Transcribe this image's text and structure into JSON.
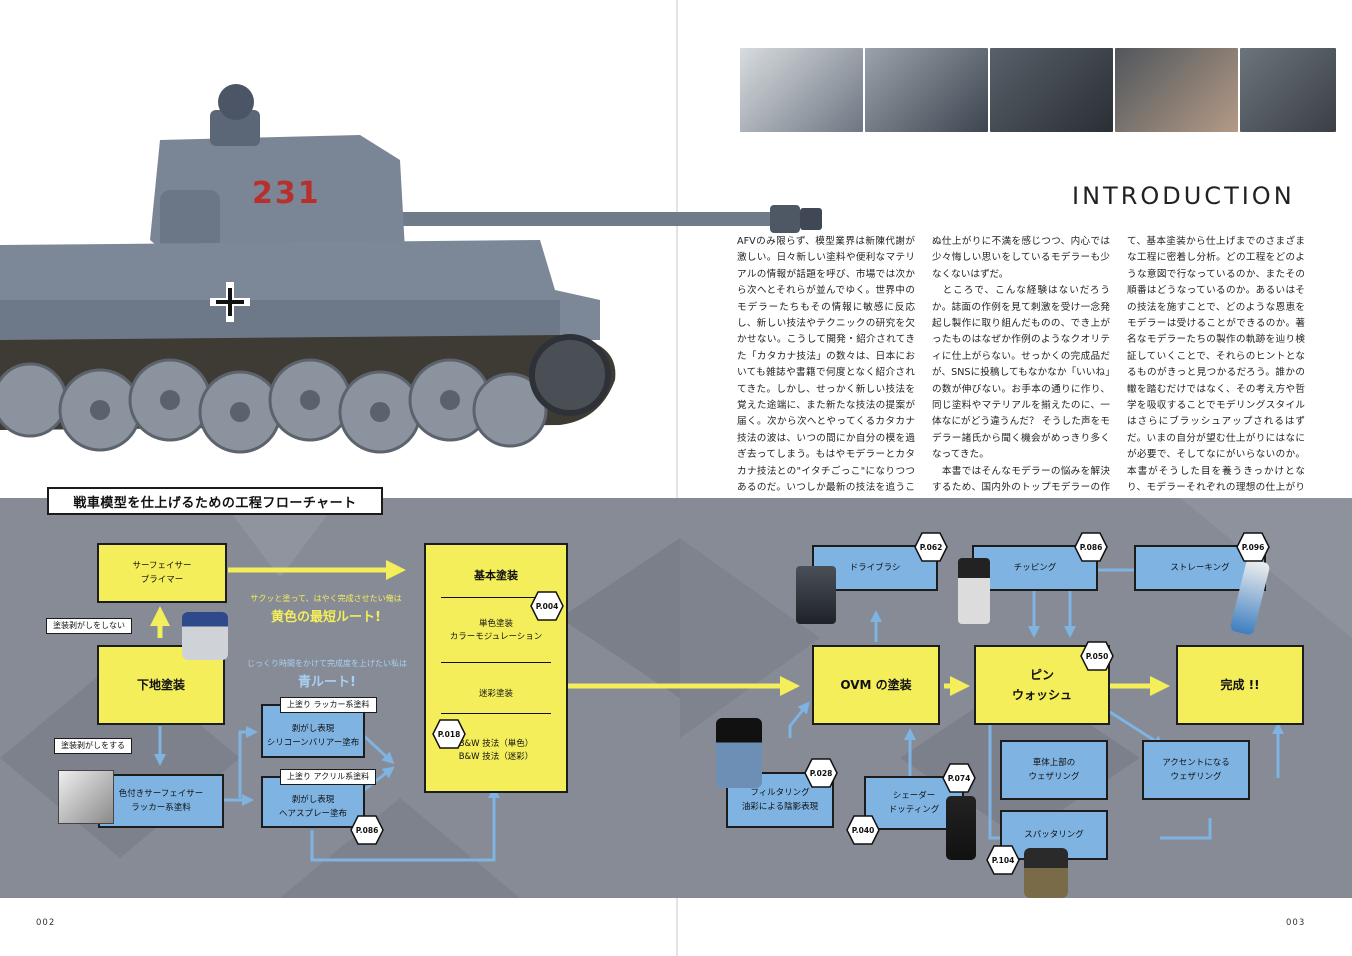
{
  "intro": {
    "heading": "INTRODUCTION",
    "col1": "AFVのみ限らず、模型業界は新陳代謝が激しい。日々新しい塗料や便利なマテリアルの情報が話題を呼び、市場では次から次へとそれらが並んでゆく。世界中のモデラーたちもその情報に敏感に反応し、新しい技法やテクニックの研究を欠かせない。こうして開発・紹介されてきた「カタカナ技法」の数々は、日本においても雑誌や書籍で何度となく紹介されてきた。しかし、せっかく新しい技法を覚えた途端に、また新たな技法の提案が届く。次から次へとやってくるカタカナ技法の波は、いつの間にか自分の模を過ぎ去ってしまう。もはやモデラーとカタカナ技法との\"イタチごっこ\"になりつつあるのだ。いつしか最新の技法を追うことをやめ、いつものやり方で変わら",
    "col2": "ぬ仕上がりに不満を感じつつ、内心では少々悔しい思いをしているモデラーも少なくないはずだ。\n　ところで、こんな経験はないだろうか。誌面の作例を見て刺激を受け一念発起し製作に取り組んだものの、でき上がったものはなぜか作例のようなクオリティに仕上がらない。せっかくの完成品だが、SNSに投稿してもなかなか「いいね」の数が伸びない。お手本の通りに作り、同じ塗料やマテリアルを揃えたのに、一体なにがどう違うんだ？ そうした声をモデラー諸氏から聞く機会がめっきり多くなってきた。\n　本書ではそんなモデラーの悩みを解決するため、国内外のトップモデラーの作例を通じ",
    "col3": "て、基本塗装から仕上げまでのさまざまな工程に密着し分析。どの工程をどのような意図で行なっているのか、またその順番はどうなっているのか。あるいはその技法を施すことで、どのような恩恵をモデラーは受けることができるのか。著名なモデラーたちの製作の軌跡を辿り検証していくことで、それらのヒントとなるものがきっと見つかるだろう。誰かの轍を踏むだけではなく、その考え方や哲学を吸収することでモデリングスタイルはさらにブラッシュアップされるはずだ。いまの自分が望む仕上がりにはなにが必要で、そしてなにがいらないのか。本書がそうした目を養うきっかけとなり、モデラーそれぞれの理想の仕上がりへと近づいていく近道となることを願っている。"
  },
  "chart": {
    "title": "戦車模型を仕上げるための工程フローチャート",
    "surfacer": [
      "サーフェイサー",
      "プライマー"
    ],
    "base": "下地塗装",
    "colored_surfacer": [
      "色付きサーフェイサー",
      "ラッカー系塗料"
    ],
    "tag_no_peel": "塗装剥がしをしない",
    "tag_peel": "塗装剥がしをする",
    "yellow_note": "サクッと塗って、はやく完成させたい俺は",
    "yellow_route": "黄色の最短ルート!",
    "blue_note": "じっくり時間をかけて完成度を上げたい私は",
    "blue_route": "青ルート!",
    "lacquer_tag": "上塗り ラッカー系塗料",
    "silicone": [
      "剥がし表現",
      "シリコーンバリアー塗布"
    ],
    "acrylic_tag": "上塗り アクリル系塗料",
    "hairspray": [
      "剥がし表現",
      "ヘアスプレー塗布"
    ],
    "basic_paint": "基本塗装",
    "mono": [
      "単色塗装",
      "カラーモジュレーション"
    ],
    "camo": "迷彩塗装",
    "bw": [
      "B&W 技法（単色）",
      "B&W 技法（迷彩）"
    ],
    "ovm": "OVM の塗装",
    "drybrush": "ドライブラシ",
    "chipping": "チッピング",
    "streaking": "ストレーキング",
    "pin": [
      "ピン",
      "ウォッシュ"
    ],
    "done": "完成 !!",
    "filter": [
      "フィルタリング",
      "油彩による陰影表現"
    ],
    "shader": [
      "シェーダー",
      "ドッティング"
    ],
    "upper": [
      "車体上部の",
      "ウェザリング"
    ],
    "accent": [
      "アクセントになる",
      "ウェザリング"
    ],
    "spatter": "スパッタリング",
    "refs": {
      "p004": "P.004",
      "p018": "P.018",
      "p086a": "P.086",
      "p062": "P.062",
      "p086b": "P.086",
      "p096": "P.096",
      "p050": "P.050",
      "p028": "P.028",
      "p074": "P.074",
      "p040": "P.040",
      "p104": "P.104"
    }
  },
  "pages": {
    "left": "002",
    "right": "003"
  },
  "tank": {
    "turret_number": "231"
  },
  "colors": {
    "yellow": "#f4ee5a",
    "blue": "#7fb3e2",
    "band": "#868b96",
    "arrow_yellow": "#f4ee5a",
    "arrow_blue": "#7fb3e2"
  }
}
